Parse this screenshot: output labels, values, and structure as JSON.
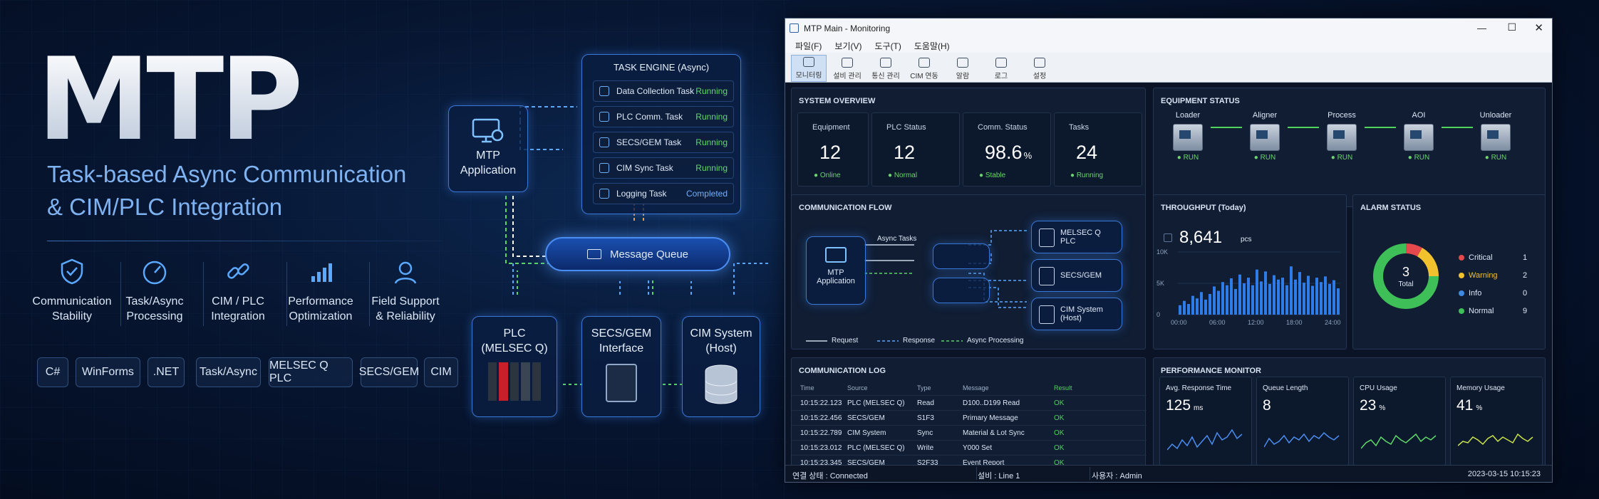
{
  "hero": {
    "title": "MTP",
    "subtitle_1": "Task-based Async Communication",
    "subtitle_2": "& CIM/PLC Integration"
  },
  "features": [
    {
      "label": "Communication\nStability",
      "icon": "shield-check-icon"
    },
    {
      "label": "Task/Async\nProcessing",
      "icon": "speedometer-icon"
    },
    {
      "label": "CIM / PLC\nIntegration",
      "icon": "link-icon"
    },
    {
      "label": "Performance\nOptimization",
      "icon": "bar-chart-icon"
    },
    {
      "label": "Field Support\n& Reliability",
      "icon": "support-agent-icon"
    }
  ],
  "tech_chips": [
    "C#",
    "WinForms",
    ".NET",
    "Task/Async",
    "MELSEC Q PLC",
    "SECS/GEM",
    "CIM"
  ],
  "diagram": {
    "task_engine": {
      "title": "TASK ENGINE (Async)",
      "tasks": [
        {
          "name": "Data Collection Task",
          "status": "Running"
        },
        {
          "name": "PLC Comm. Task",
          "status": "Running"
        },
        {
          "name": "SECS/GEM Task",
          "status": "Running"
        },
        {
          "name": "CIM Sync Task",
          "status": "Running"
        },
        {
          "name": "Logging Task",
          "status": "Completed"
        }
      ]
    },
    "mtp_app": {
      "line1": "MTP",
      "line2": "Application"
    },
    "queue": "Message Queue",
    "plc": {
      "line1": "PLC",
      "line2": "(MELSEC Q)"
    },
    "secs": {
      "line1": "SECS/GEM",
      "line2": "Interface"
    },
    "cim": {
      "line1": "CIM System",
      "line2": "(Host)"
    }
  },
  "window": {
    "title": "MTP Main - Monitoring",
    "menu": [
      "파일(F)",
      "보기(V)",
      "도구(T)",
      "도움말(H)"
    ],
    "toolbar": [
      "모니터링",
      "설비 관리",
      "통신 관리",
      "CIM 연동",
      "알람",
      "로그",
      "설정"
    ],
    "overview": {
      "title": "SYSTEM OVERVIEW",
      "cards": [
        {
          "label": "Equipment",
          "value": "12",
          "unit": "",
          "status": "Online"
        },
        {
          "label": "PLC Status",
          "value": "12",
          "unit": "",
          "status": "Normal"
        },
        {
          "label": "Comm. Status",
          "value": "98.6",
          "unit": "%",
          "status": "Stable"
        },
        {
          "label": "Tasks",
          "value": "24",
          "unit": "",
          "status": "Running"
        }
      ]
    },
    "equipment": {
      "title": "EQUIPMENT STATUS",
      "items": [
        {
          "name": "Loader",
          "status": "RUN"
        },
        {
          "name": "Aligner",
          "status": "RUN"
        },
        {
          "name": "Process",
          "status": "RUN"
        },
        {
          "name": "AOI",
          "status": "RUN"
        },
        {
          "name": "Unloader",
          "status": "RUN"
        }
      ]
    },
    "comm_flow": {
      "title": "COMMUNICATION FLOW",
      "app_line1": "MTP",
      "app_line2": "Application",
      "async_label": "Async Tasks",
      "targets": [
        {
          "line1": "MELSEC Q",
          "line2": "PLC"
        },
        {
          "line1": "SECS/GEM",
          "line2": ""
        },
        {
          "line1": "CIM System",
          "line2": "(Host)"
        }
      ],
      "legend": [
        "Request",
        "Response",
        "Async Processing"
      ]
    },
    "throughput": {
      "title": "THROUGHPUT (Today)",
      "value": "8,641",
      "unit": "pcs",
      "y_ticks": [
        "10K",
        "5K",
        "0"
      ],
      "x_ticks": [
        "00:00",
        "06:00",
        "12:00",
        "18:00",
        "24:00"
      ]
    },
    "alarm": {
      "title": "ALARM STATUS",
      "total": "3",
      "total_label": "Total",
      "items": [
        {
          "name": "Critical",
          "count": "1",
          "color": "#e5484d"
        },
        {
          "name": "Warning",
          "count": "2",
          "color": "#f2c12e"
        },
        {
          "name": "Info",
          "count": "0",
          "color": "#3f8ae0"
        },
        {
          "name": "Normal",
          "count": "9",
          "color": "#3fbf58"
        }
      ]
    },
    "log": {
      "title": "COMMUNICATION LOG",
      "headers": [
        "Time",
        "Source",
        "Type",
        "Message",
        "Result"
      ],
      "rows": [
        [
          "10:15:22.123",
          "PLC (MELSEC Q)",
          "Read",
          "D100..D199 Read",
          "OK"
        ],
        [
          "10:15:22.456",
          "SECS/GEM",
          "S1F3",
          "Primary Message",
          "OK"
        ],
        [
          "10:15:22.789",
          "CIM System",
          "Sync",
          "Material & Lot Sync",
          "OK"
        ],
        [
          "10:15:23.012",
          "PLC (MELSEC Q)",
          "Write",
          "Y000 Set",
          "OK"
        ],
        [
          "10:15:23.345",
          "SECS/GEM",
          "S2F33",
          "Event Report",
          "OK"
        ]
      ]
    },
    "perf": {
      "title": "PERFORMANCE MONITOR",
      "items": [
        {
          "label": "Avg. Response Time",
          "value": "125",
          "unit": "ms",
          "color": "#4a8df0"
        },
        {
          "label": "Queue Length",
          "value": "8",
          "unit": "",
          "color": "#4a8df0"
        },
        {
          "label": "CPU Usage",
          "value": "23",
          "unit": "%",
          "color": "#5fd86a"
        },
        {
          "label": "Memory Usage",
          "value": "41",
          "unit": "%",
          "color": "#c8e04a"
        }
      ]
    },
    "statusbar": {
      "connection": "연결 상태 : Connected",
      "line": "설비 : Line 1",
      "user": "사용자 : Admin",
      "datetime": "2023-03-15 10:15:23"
    }
  },
  "chart_data": {
    "type": "bar",
    "title": "THROUGHPUT (Today)",
    "x_ticks": [
      "00:00",
      "06:00",
      "12:00",
      "18:00",
      "24:00"
    ],
    "ylim": [
      0,
      10000
    ],
    "values": [
      1500,
      2200,
      1700,
      3000,
      2600,
      3600,
      2400,
      3300,
      4500,
      3800,
      5200,
      4700,
      5800,
      4100,
      6400,
      5000,
      5900,
      4700,
      7200,
      5300,
      6900,
      4900,
      6300,
      5600,
      5900,
      4700,
      7700,
      5600,
      6800,
      5100,
      6200,
      4600,
      5900,
      5200,
      6100,
      4900,
      5500,
      4200
    ]
  }
}
